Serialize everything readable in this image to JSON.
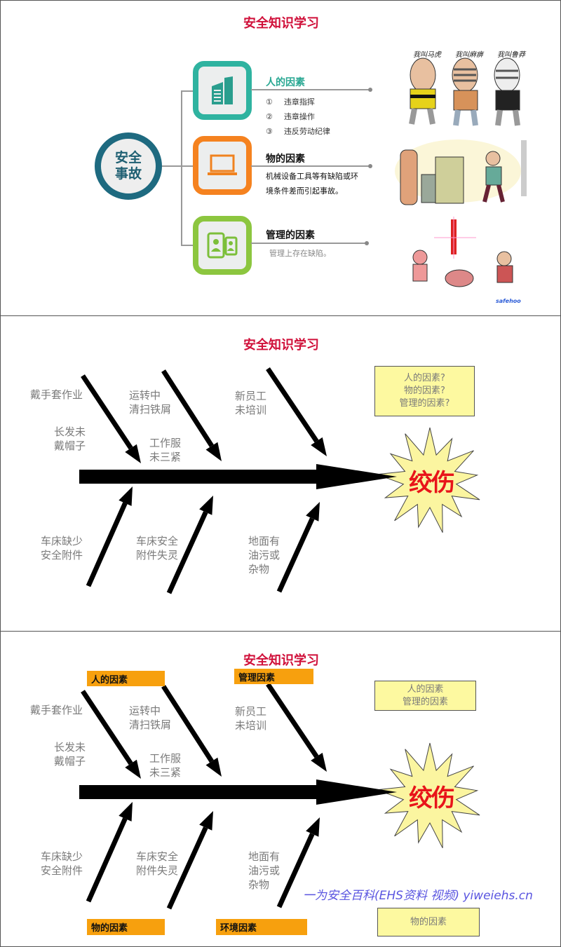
{
  "panel1": {
    "title": "安全知识学习",
    "center": "安全\n事故",
    "factors": [
      {
        "heading": "人的因素",
        "icon": "building-icon",
        "color": "#2fb3a0",
        "items": [
          {
            "num": "①",
            "text": "违章指挥"
          },
          {
            "num": "②",
            "text": "违章操作"
          },
          {
            "num": "③",
            "text": "违反劳动纪律"
          }
        ]
      },
      {
        "heading": "物的因素",
        "icon": "laptop-icon",
        "color": "#f5821f",
        "desc_lines": [
          "机械设备工具等有缺陷或环",
          "境条件差而引起事故。"
        ]
      },
      {
        "heading": "管理的因素",
        "icon": "id-cards-icon",
        "color": "#8cc63f",
        "desc": "管理上存在缺陷。"
      }
    ],
    "cartoon_captions": [
      "我叫马虎",
      "我叫麻痹",
      "我叫鲁莽"
    ],
    "cartoon_logo": "safehoo"
  },
  "fishbone": {
    "title": "安全知识学习",
    "effect": "绞伤",
    "causes_top": [
      "戴手套作业",
      "长发未\n戴帽子",
      "运转中\n清扫铁屑",
      "工作服\n未三紧",
      "新员工\n未培训"
    ],
    "causes_bottom": [
      "车床缺少\n安全附件",
      "车床安全\n附件失灵",
      "地面有\n油污或\n杂物"
    ]
  },
  "panel2": {
    "question_box": "人的因素?\n物的因素?\n管理的因素?"
  },
  "panel3": {
    "note_top": "人的因素\n管理的因素",
    "note_bottom": "物的因素",
    "categories": {
      "human": "人的因素",
      "management": "管理因素",
      "material": "物的因素",
      "environment": "环境因素"
    },
    "watermark": "一为安全百科(EHS资料 视频) yiweiehs.cn"
  },
  "colors": {
    "title": "#d0103a",
    "spine": "#000000",
    "note": "#fdf9a0",
    "category": "#f7a00e",
    "effect": "#e8141a"
  }
}
